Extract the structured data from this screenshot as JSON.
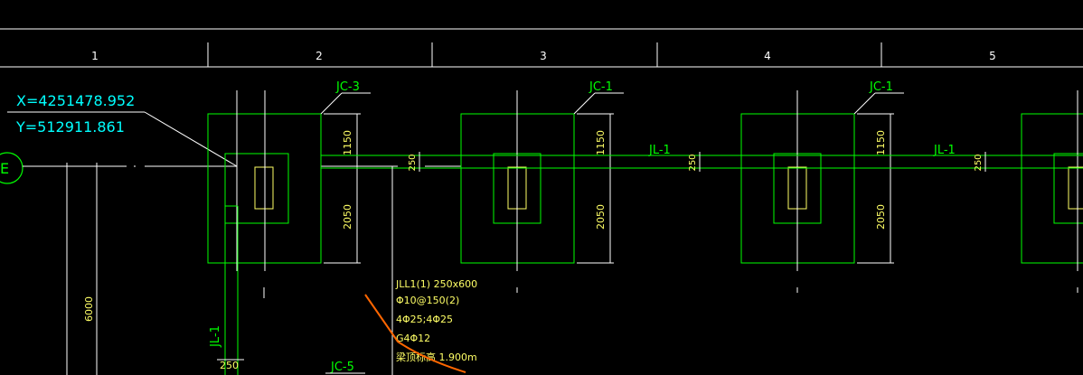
{
  "ruler": {
    "labels": [
      "1",
      "2",
      "3",
      "4",
      "5"
    ]
  },
  "coords": {
    "x": "X=4251478.952",
    "y": "Y=512911.861"
  },
  "axis_bubble": {
    "label": "E"
  },
  "footings": [
    {
      "label": "JC-3",
      "dim_top": "1150",
      "dim_bottom": "2050"
    },
    {
      "label": "JC-1",
      "dim_top": "1150",
      "dim_bottom": "2050"
    },
    {
      "label": "JC-1",
      "dim_top": "1150",
      "dim_bottom": "2050"
    }
  ],
  "beams": {
    "label": "JL-1",
    "width": "250",
    "vertical_label": "JL-1",
    "vertical_width": "250"
  },
  "grid_dim": "6000",
  "beam_note": {
    "line1": "JLL1(1) 250x600",
    "line2": "Φ10@150(2)",
    "line3": "4Φ25;4Φ25",
    "line4": "G4Φ12",
    "line5": "梁顶标高 1.900m"
  },
  "bottom_label": "JC-5",
  "colors": {
    "grid_line": "#ffffff",
    "footing": "#00ff00",
    "column": "#ffff66",
    "text_cyan": "#00ffff",
    "text_yellow": "#ffff66",
    "leader": "#ff6600"
  }
}
